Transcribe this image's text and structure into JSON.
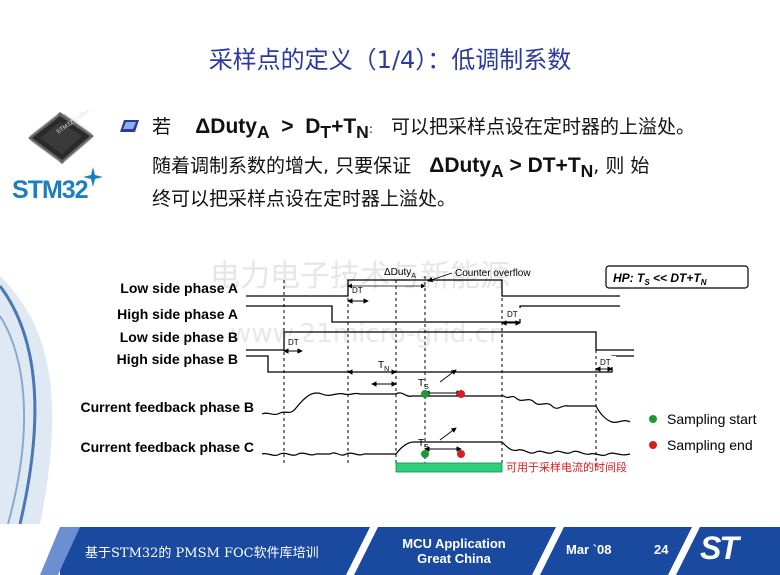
{
  "title": "采样点的定义（1/4）：低调制系数",
  "logo": {
    "brand": "STM32",
    "chip_text": "STM32 Cortex"
  },
  "bullet": {
    "p1_prefix": "若",
    "p1_formula_a": "ΔDuty",
    "p1_formula_a_sub": "A",
    "p1_gt": ">",
    "p1_formula_b": "D",
    "p1_formula_b_sub": "T",
    "p1_plus": "+T",
    "p1_plus_sub": "N",
    "p1_colon": ":",
    "p1_rest": "可以把采样点设在定时器的上溢处。",
    "p2_prefix": "随着调制系数的增大, 只要保证",
    "p2_formula": "ΔDuty",
    "p2_formula_sub": "A",
    "p2_gt": "> DT+T",
    "p2_gt_sub": "N",
    "p2_rest_1": ", 则 始",
    "p2_rest_2": "终可以把采样点设在定时器上溢处。"
  },
  "diagram": {
    "signal_labels": [
      "Low side phase A",
      "High side phase A",
      "Low side phase B",
      "High side phase B",
      "Current feedback phase B",
      "Current feedback phase C"
    ],
    "delta_duty": "ΔDuty",
    "delta_duty_sub": "A",
    "counter_overflow": "Counter overflow",
    "dt": "DT",
    "tn": "T",
    "tn_sub": "N",
    "ts": "T",
    "ts_sub": "S",
    "hp_box": {
      "prefix": "HP: T",
      "sub1": "S",
      "mid": " << DT+T",
      "sub2": "N"
    },
    "legend": {
      "start": "Sampling start",
      "end": "Sampling end"
    },
    "window_label": "可用于采样电流的时间段",
    "watermark_1": "电力电子技术与新能源",
    "watermark_2": "www.21micro-grid.cn",
    "colors": {
      "start": "#1a9a33",
      "end": "#d42020",
      "window": "#2ecf7f"
    }
  },
  "footer": {
    "course": "基于STM32的 PMSM FOC软件库培训",
    "dept_line1": "MCU Application",
    "dept_line2": "Great China",
    "date": "Mar `08",
    "page": "24",
    "brand_logo": "ST"
  }
}
